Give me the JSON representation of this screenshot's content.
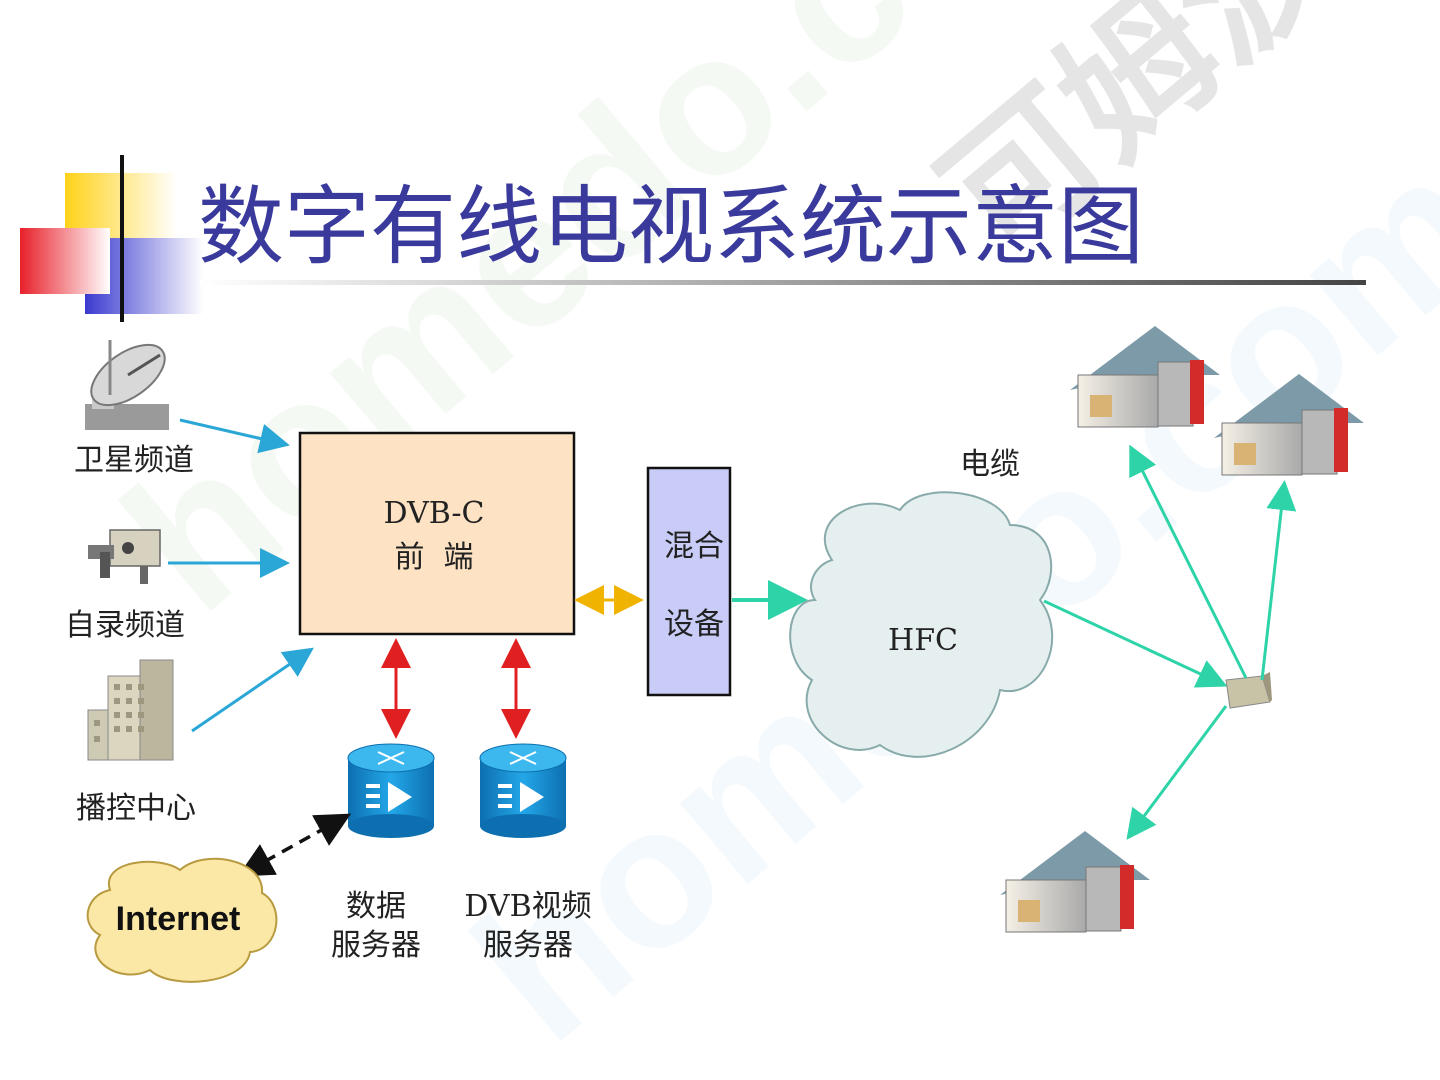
{
  "title": "数字有线电视系统示意图",
  "sources": {
    "satellite": "卫星频道",
    "self_recorded": "自录频道",
    "broadcast_control": "播控中心"
  },
  "headend": {
    "line1": "DVB-C",
    "line2": "前  端"
  },
  "mixer": {
    "line1": "混合",
    "line2": "设备"
  },
  "cable_label": "电缆",
  "hfc_label": "HFC",
  "internet_label": "Internet",
  "data_server": {
    "line1": "数据",
    "line2": "服务器"
  },
  "video_server": {
    "line1": "DVB视频",
    "line2": "服务器"
  },
  "colors": {
    "title": "#3a3a9c",
    "source_arrow": "#2aa7d6",
    "server_arrow": "#e02020",
    "mixer_arrow": "#f0b400",
    "hfc_arrow": "#2ed3a8",
    "headend_fill": "#fde3c3",
    "mixer_fill": "#c8ccf6",
    "cloud_fill": "#e6efef",
    "internet_fill": "#fbe8a6"
  }
}
